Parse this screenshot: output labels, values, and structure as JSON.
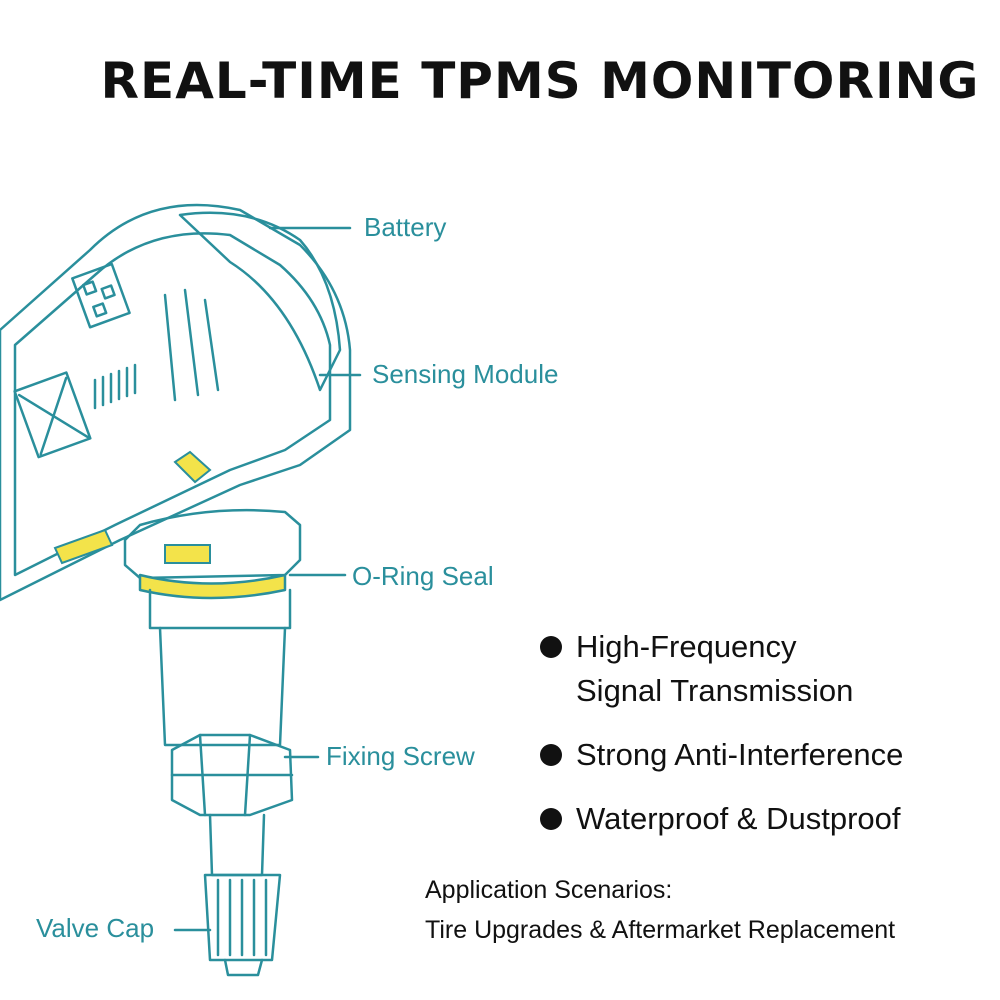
{
  "title": "REAL-TIME TPMS MONITORING",
  "labels": {
    "battery": "Battery",
    "sensing_module": "Sensing Module",
    "o_ring": "O-Ring Seal",
    "fixing_screw": "Fixing Screw",
    "valve_cap": "Valve Cap"
  },
  "features": [
    {
      "line1": "High-Frequency",
      "line2": "Signal Transmission"
    },
    {
      "line1": "Strong Anti-Interference"
    },
    {
      "line1": "Waterproof & Dustproof"
    }
  ],
  "application": {
    "heading": "Application Scenarios:",
    "text": "Tire Upgrades & Aftermarket Replacement"
  },
  "colors": {
    "line": "#2a8f9c",
    "accent": "#f3e34a",
    "text": "#111111"
  }
}
